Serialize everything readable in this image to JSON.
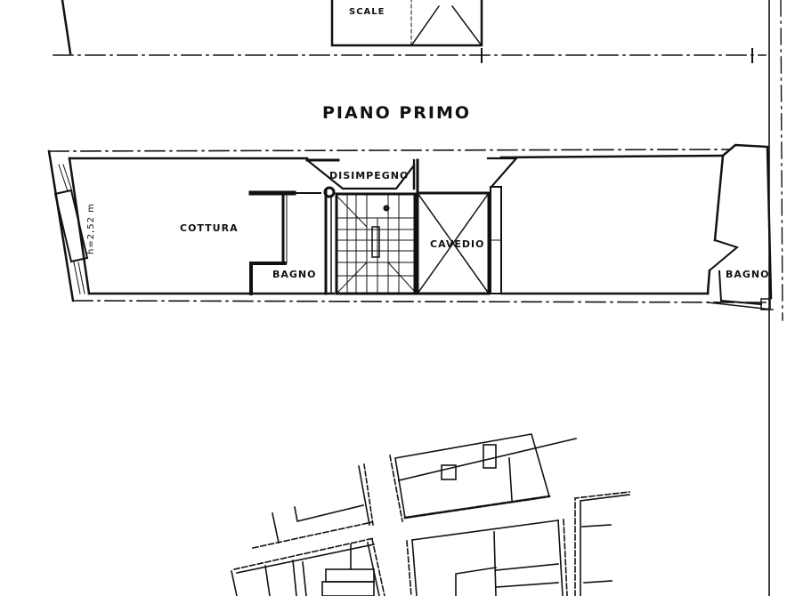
{
  "floor_title": "PIANO PRIMO",
  "top_section": {
    "labels": [
      {
        "text": "SCALE",
        "room": "vano-scale-partial"
      }
    ]
  },
  "rooms": [
    {
      "id": "cottura",
      "label": "COTTURA"
    },
    {
      "id": "bagno-left",
      "label": "BAGNO"
    },
    {
      "id": "disimpegno",
      "label": "DISIMPEGNO"
    },
    {
      "id": "cavedio",
      "label": "CAVEDIO"
    },
    {
      "id": "bagno-right",
      "label": "BAGNO"
    }
  ],
  "height_annotation": "h=2,52 m",
  "colors": {
    "line": "#111111",
    "background": "#ffffff"
  }
}
